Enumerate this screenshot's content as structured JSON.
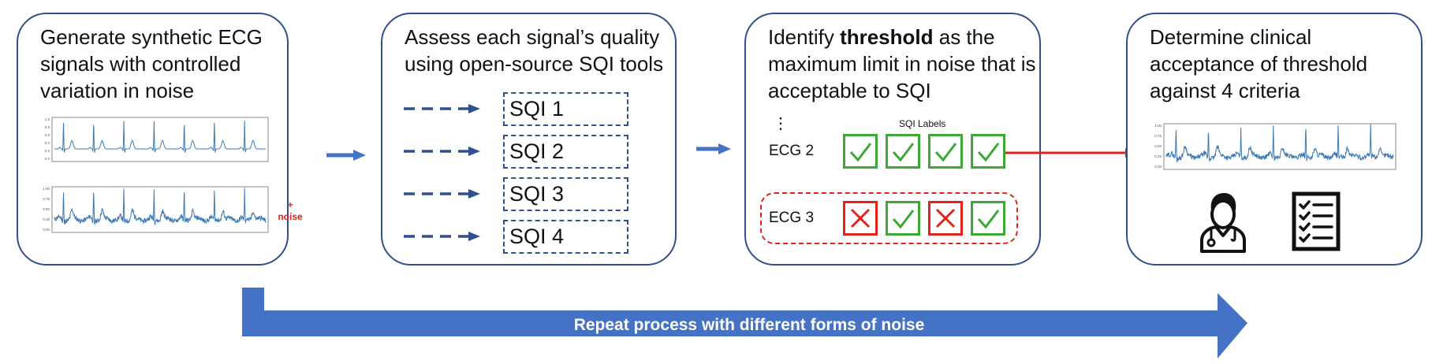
{
  "steps": [
    {
      "text": "Generate synthetic ECG signals with controlled variation in noise"
    },
    {
      "text": "Assess each signal’s quality using open-source SQI tools"
    },
    {
      "text_before": "Identify ",
      "text_bold": "threshold",
      "text_after": " as the maximum limit in noise that is acceptable to SQI"
    },
    {
      "text": "Determine clinical acceptance of threshold against 4 criteria"
    }
  ],
  "noise_label": {
    "plus": "+",
    "word": "noise"
  },
  "sqi_tools": [
    "SQI 1",
    "SQI 2",
    "SQI 3",
    "SQI 4"
  ],
  "sqi_labels_header": "SQI Labels",
  "ellipsis": "⋮",
  "ecg_rows": [
    {
      "label": "ECG 2",
      "results": [
        "pass",
        "pass",
        "pass",
        "pass"
      ]
    },
    {
      "label": "ECG 3",
      "results": [
        "fail",
        "pass",
        "fail",
        "pass"
      ]
    }
  ],
  "plot_ticks": {
    "clean_y": [
      "1.0",
      "0.8",
      "0.6",
      "0.4",
      "0.2",
      "0.0"
    ],
    "noisy_y": [
      "1.00",
      "0.75",
      "0.50",
      "0.25",
      "0.00"
    ],
    "final_y": [
      "1.00",
      "0.75",
      "0.50",
      "0.25",
      "0.00"
    ]
  },
  "icons": [
    "clinician-icon",
    "checklist-icon"
  ],
  "repeat_arrow_label": "Repeat process with different forms of noise",
  "colors": {
    "border": "#2f4f8f",
    "arrow": "#4472c4",
    "pass": "#3aa935",
    "fail": "#e2231a",
    "noise": "#e2231a",
    "signal": "#3d7ab5"
  }
}
